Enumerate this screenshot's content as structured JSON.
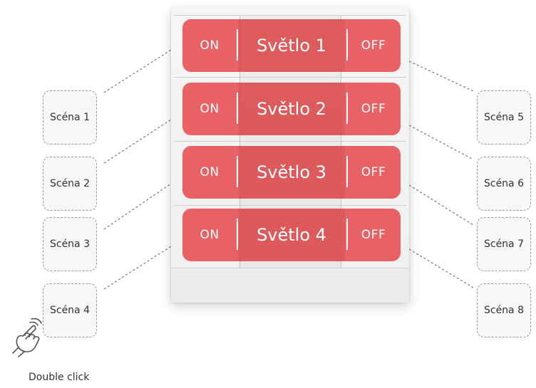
{
  "rockers": [
    {
      "on_label": "ON",
      "name": "Světlo 1",
      "off_label": "OFF"
    },
    {
      "on_label": "ON",
      "name": "Světlo 2",
      "off_label": "OFF"
    },
    {
      "on_label": "ON",
      "name": "Světlo 3",
      "off_label": "OFF"
    },
    {
      "on_label": "ON",
      "name": "Světlo 4",
      "off_label": "OFF"
    }
  ],
  "scenes_left": [
    "Scéna 1",
    "Scéna 2",
    "Scéna 3",
    "Scéna 4"
  ],
  "scenes_right": [
    "Scéna 5",
    "Scéna 6",
    "Scéna 7",
    "Scéna 8"
  ],
  "gesture": {
    "icon": "double-click-hand-icon",
    "label": "Double click"
  },
  "colors": {
    "rocker_fill": "#e64b4e",
    "rocker_text": "#ffffff",
    "scene_border": "#9a9a9a",
    "connector": "#777777"
  }
}
